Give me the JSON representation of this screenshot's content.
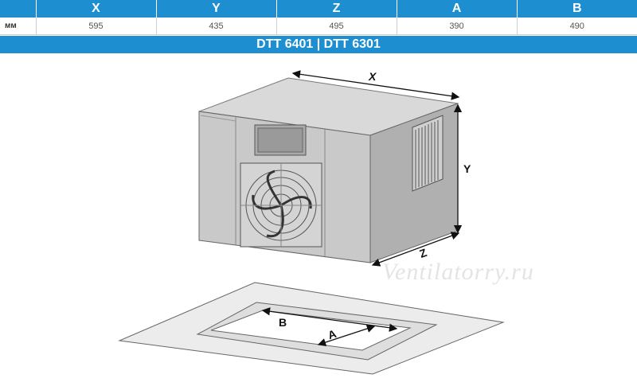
{
  "table": {
    "headers": [
      "",
      "X",
      "Y",
      "Z",
      "A",
      "B"
    ],
    "unit": "мм",
    "values": [
      "595",
      "435",
      "495",
      "390",
      "490"
    ]
  },
  "model_title": "DTT 6401 | DTT 6301",
  "dimension_labels": {
    "x": "X",
    "y": "Y",
    "z": "Z",
    "a": "A",
    "b": "B"
  },
  "watermark": "Ventilatorry.ru",
  "colors": {
    "header_blue": "#1d8fd0"
  }
}
